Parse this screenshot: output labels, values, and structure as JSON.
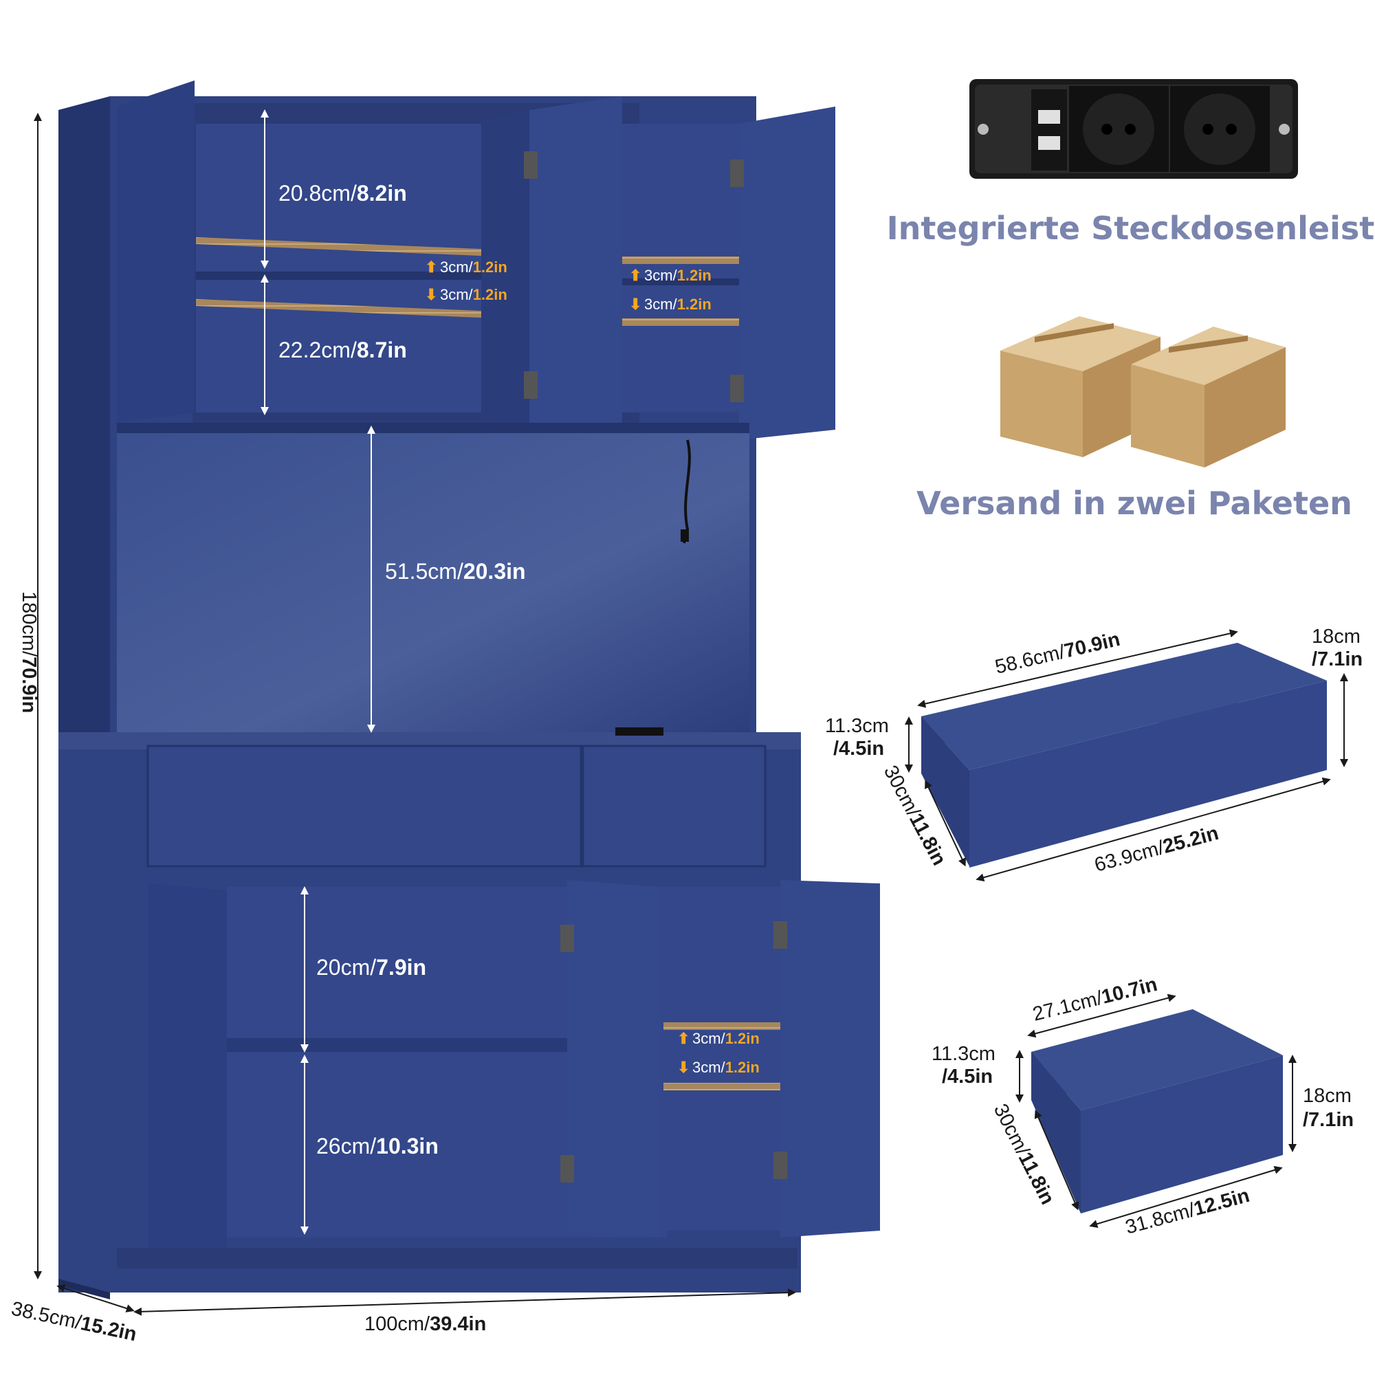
{
  "colors": {
    "cabinet": "#2f4282",
    "cabinet_dark": "#223268",
    "accent_arrow": "#f5a623",
    "caption": "#7a84ad",
    "shelf_strip": "#a8875c"
  },
  "cabinet": {
    "height": {
      "metric": "180cm/",
      "imperial": "70.9in"
    },
    "width": {
      "metric": "100cm/",
      "imperial": "39.4in"
    },
    "depth": {
      "metric": "38.5cm/",
      "imperial": "15.2in"
    },
    "upper_top": {
      "metric": "20.8cm/",
      "imperial": "8.2in"
    },
    "upper_bottom": {
      "metric": "22.2cm/",
      "imperial": "8.7in"
    },
    "middle": {
      "metric": "51.5cm/",
      "imperial": "20.3in"
    },
    "lower_top": {
      "metric": "20cm/",
      "imperial": "7.9in"
    },
    "lower_bottom": {
      "metric": "26cm/",
      "imperial": "10.3in"
    },
    "adjust": {
      "metric": "3cm/",
      "imperial": "1.2in"
    }
  },
  "features": {
    "power_strip_caption": "Integrierte Steckdosenleiste",
    "shipping_caption": "Versand in zwei Paketen"
  },
  "drawer_large": {
    "inner_width": {
      "metric": "58.6cm/",
      "imperial": "70.9in"
    },
    "front_height": {
      "metric": "18cm",
      "imperial": "/7.1in"
    },
    "inner_height": {
      "metric": "11.3cm",
      "imperial": "/4.5in"
    },
    "depth": {
      "metric": "30cm/",
      "imperial": "11.8in"
    },
    "outer_width": {
      "metric": "63.9cm/",
      "imperial": "25.2in"
    }
  },
  "drawer_small": {
    "inner_width": {
      "metric": "27.1cm/",
      "imperial": "10.7in"
    },
    "inner_height": {
      "metric": "11.3cm",
      "imperial": "/4.5in"
    },
    "front_height": {
      "metric": "18cm",
      "imperial": "/7.1in"
    },
    "depth": {
      "metric": "30cm/",
      "imperial": "11.8in"
    },
    "outer_width": {
      "metric": "31.8cm/",
      "imperial": "12.5in"
    }
  }
}
